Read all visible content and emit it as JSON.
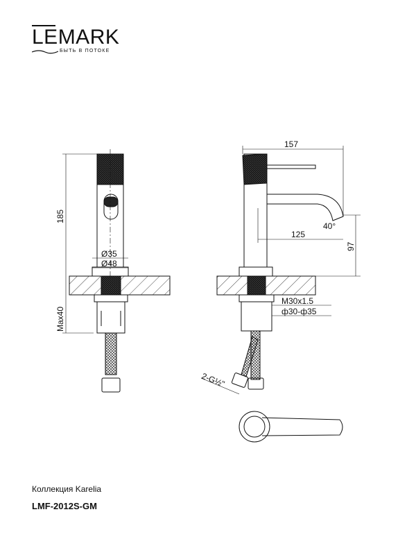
{
  "brand": {
    "name": "LEMARK",
    "tagline": "БЫТЬ В ПОТОКЕ"
  },
  "collection": "Коллекция Karelia",
  "model": "LMF-2012S-GM",
  "dimensions": {
    "height": "185",
    "d35": "Ø35",
    "d48": "Ø48",
    "max_thickness": "Max40",
    "length": "157",
    "angle": "40°",
    "reach": "125",
    "spout_height": "97",
    "thread": "M30x1.5",
    "hole": "ф30-ф35",
    "hose": "2-G½\""
  }
}
